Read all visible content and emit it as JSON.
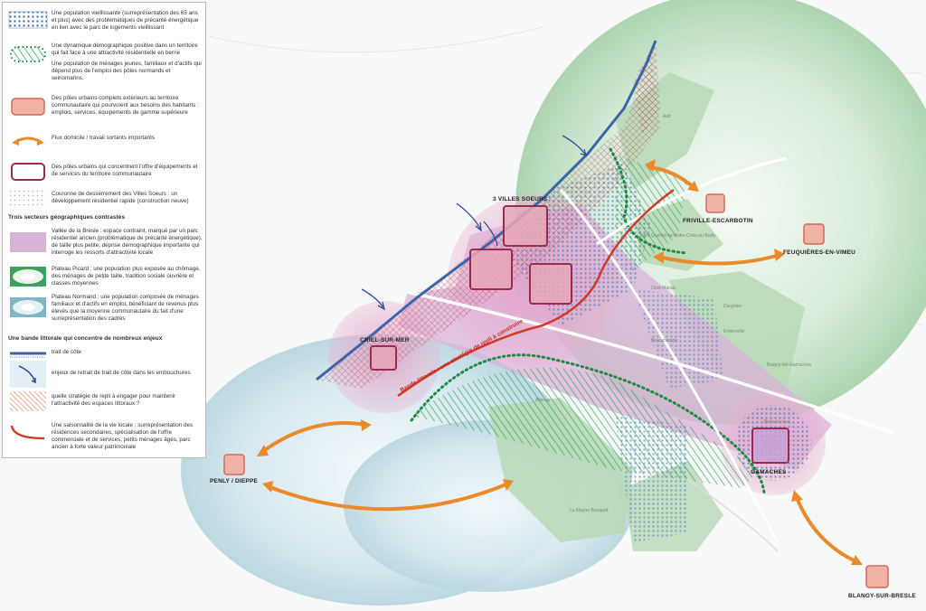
{
  "legend": {
    "items": [
      {
        "id": "aging",
        "text": "Une population vieillissante (surreprésentation des 65 ans et plus) avec des problématiques de précarité énergétique en lien avec le parc de logements vieillissant"
      },
      {
        "id": "dynamic",
        "text": "Une dynamique démographique positive dans un territoire qui fait face à une attractivité résidentielle en berne"
      },
      {
        "id": "young",
        "text": "Une population de ménages jeunes, familiaux et d'actifs qui dépend plus de l'emploi des pôles normands et seinomarins."
      },
      {
        "id": "external-poles",
        "text": "Des pôles urbains complets extérieurs au territoire communautaire qui pourvoient aux besoins des habitants : emplois, services, équipements de gamme supérieure"
      },
      {
        "id": "flows",
        "text": "Flux domicile / travail sortants importants"
      },
      {
        "id": "internal-poles",
        "text": "Des pôles urbains qui concentrent l'offre d'équipements et de services du territoire communautaire"
      },
      {
        "id": "crown",
        "text": "Couronne de desserrement des Villes Soeurs : un développement résidentiel rapide (construction neuve)"
      }
    ],
    "sectors_heading": "Trois secteurs géographiques contrastés",
    "sectors": [
      {
        "id": "bresle",
        "text": "Vallée de la Bresle : espace contraint, marqué par un parc résidentiel ancien (problématique de précarité énergétique), de taille plus petite, déprise démographique importante qui interroge les ressorts d'attractivité locale"
      },
      {
        "id": "picard",
        "text": "Plateau Picard : une population plus exposée au chômage, des ménages de petite taille, tradition sociale ouvrière et classes moyennes"
      },
      {
        "id": "normand",
        "text": "Plateau Normand : une population composée de ménages familiaux et d'actifs en emploi, bénéficiant de revenus plus élevés que la moyenne communautaire du fait d'une surreprésentation des cadres"
      }
    ],
    "coast_heading": "Une bande littorale qui concentre de nombreux enjeux",
    "coast": [
      {
        "id": "coastline",
        "text": "trait de côte"
      },
      {
        "id": "retreat",
        "text": "enjeux de retrait de trait de côte dans les embouchures"
      },
      {
        "id": "strategy",
        "text": "quelle stratégie de repli à engager pour maintenir l'attractivité des espaces littoraux ?"
      },
      {
        "id": "seasonality",
        "text": "Une saisonnalité de la vie locale : surreprésentation des résidences secondaires, spécialisation de l'offre commerciale et de services, petits ménages âgés, parc ancien à forte valeur patrimoniale"
      }
    ]
  },
  "map": {
    "poles": {
      "villes_soeurs": "3 VILLES SOEURS",
      "criel": "CRIEL-SUR-MER",
      "gamaches": "GAMACHES",
      "friville": "FRIVILLE-ESCARBOTIN",
      "feuquieres": "FEUQUIÈRES-EN-VIMEU",
      "penly": "PENLY / DIEPPE",
      "blangy": "BLANGY-SUR-BRESLE"
    },
    "curve_text": "Bande littorale : une stratégie de repli à construire",
    "towns": {
      "bouvaincourt": "Bouvaincourt",
      "buigny": "Buigny-lès-Gamaches",
      "embreville": "Embreville",
      "oust": "Oust-Marais",
      "beauchamps": "Beauchamps",
      "dargnies": "Dargnies",
      "allenay": "Allenay",
      "ault": "Ault",
      "saint_quentin": "Saint-Quentin-la-Motte-Croix-au-Bailly",
      "la_mayne": "La Mayne-Bouquet"
    },
    "colors": {
      "coast": "#3a65a8",
      "flow": "#ea8a2a",
      "pole_fill": "#f0b4a6",
      "pole_stroke": "#d2695a",
      "pole_inner": "#9a2a50",
      "bresle": "#d9b2d8",
      "picard_green": "#9fcc9f",
      "normand_blue": "#cde3ea",
      "dots": "#1f8a46",
      "hatch_green": "#2aa05a",
      "hatch_orange": "#e3784a",
      "seasonality": "#d03a2a",
      "aging_blue": "#4a78b8"
    }
  }
}
